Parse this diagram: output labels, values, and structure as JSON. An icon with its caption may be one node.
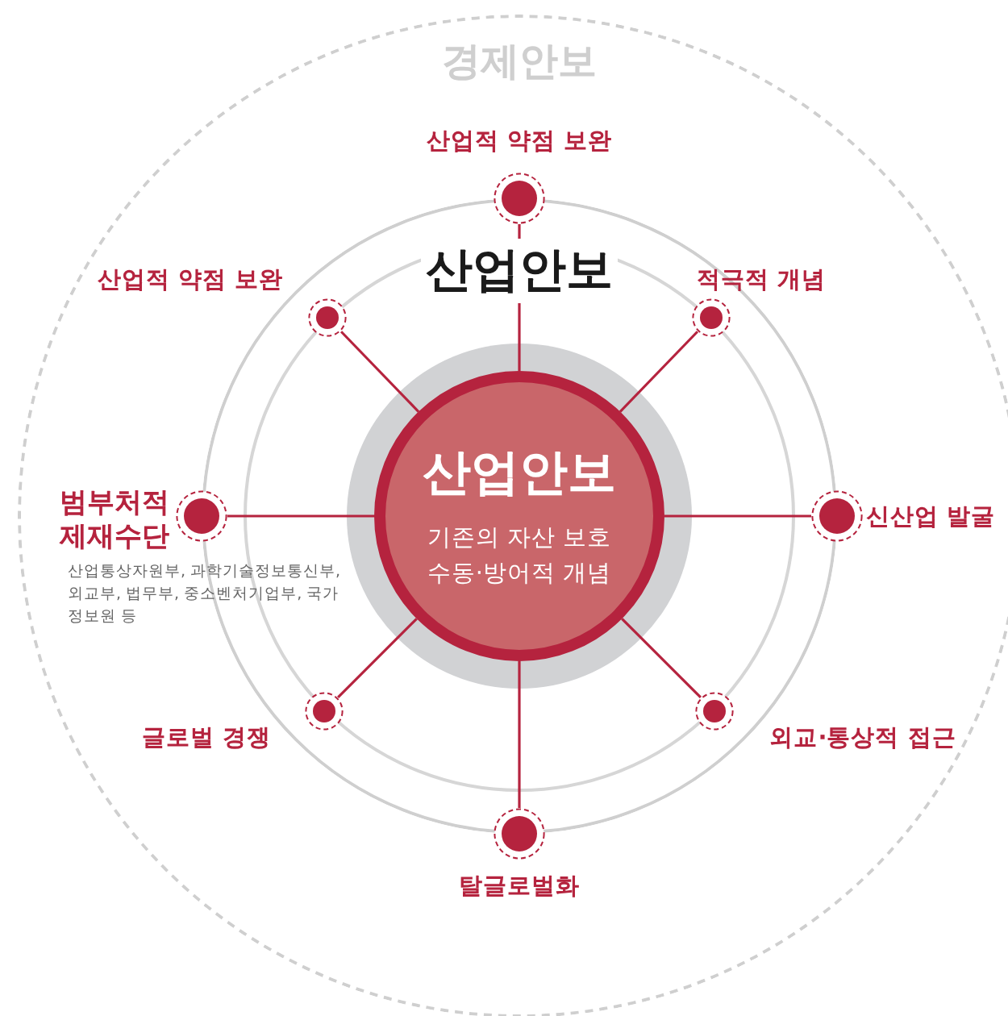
{
  "diagram": {
    "nodes": [
      {
        "text": [
          "경제안보"
        ]
      },
      {
        "text": [
          "산업안보"
        ],
        "in": 0
      },
      {
        "text": [
          "산업안보",
          "기존의 자산 보호 수동·방어적 개념"
        ],
        "in": 1
      },
      {
        "text": [],
        "shape": "circle",
        "in": 0,
        "beside": [
          "산업적 약점 보완"
        ]
      },
      {
        "text": [],
        "shape": "circle",
        "in": 1,
        "beside": [
          "적극적 개념"
        ]
      },
      {
        "text": [],
        "shape": "circle",
        "in": 0,
        "beside": [
          "신산업 발굴"
        ]
      },
      {
        "text": [],
        "shape": "circle",
        "in": 1,
        "beside": [
          "외교·통상적 접근"
        ]
      },
      {
        "text": [],
        "shape": "circle",
        "in": 0,
        "beside": [
          "탈글로벌화"
        ]
      },
      {
        "text": [],
        "shape": "circle",
        "in": 1,
        "beside": [
          "글로벌 경쟁"
        ]
      },
      {
        "text": [],
        "shape": "circle",
        "in": 0,
        "beside": [
          "범부처적 제재수단",
          "산업통상자원부, 과학기술정보통신부, 외교부, 법무부, 중소벤처기업부, 국가정보원 등"
        ]
      },
      {
        "text": [],
        "shape": "circle",
        "in": 1,
        "beside": [
          "산업적 약점 보완"
        ]
      }
    ],
    "edges": [
      {
        "from": 2,
        "to": 3,
        "arrow": "none"
      },
      {
        "from": 2,
        "to": 4,
        "arrow": "none"
      },
      {
        "from": 2,
        "to": 5,
        "arrow": "none"
      },
      {
        "from": 2,
        "to": 6,
        "arrow": "none"
      },
      {
        "from": 2,
        "to": 7,
        "arrow": "none"
      },
      {
        "from": 2,
        "to": 8,
        "arrow": "none"
      },
      {
        "from": 2,
        "to": 9,
        "arrow": "none"
      },
      {
        "from": 2,
        "to": 10,
        "arrow": "none"
      }
    ]
  }
}
